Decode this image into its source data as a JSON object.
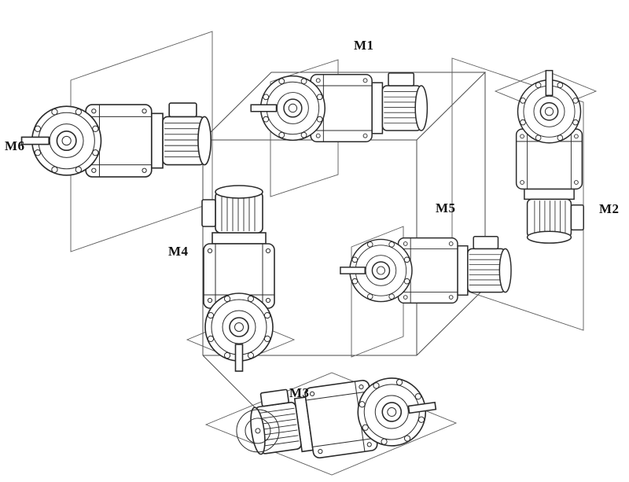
{
  "diagram": {
    "labels": [
      "M1",
      "M2",
      "M3",
      "M4",
      "M5",
      "M6"
    ]
  }
}
